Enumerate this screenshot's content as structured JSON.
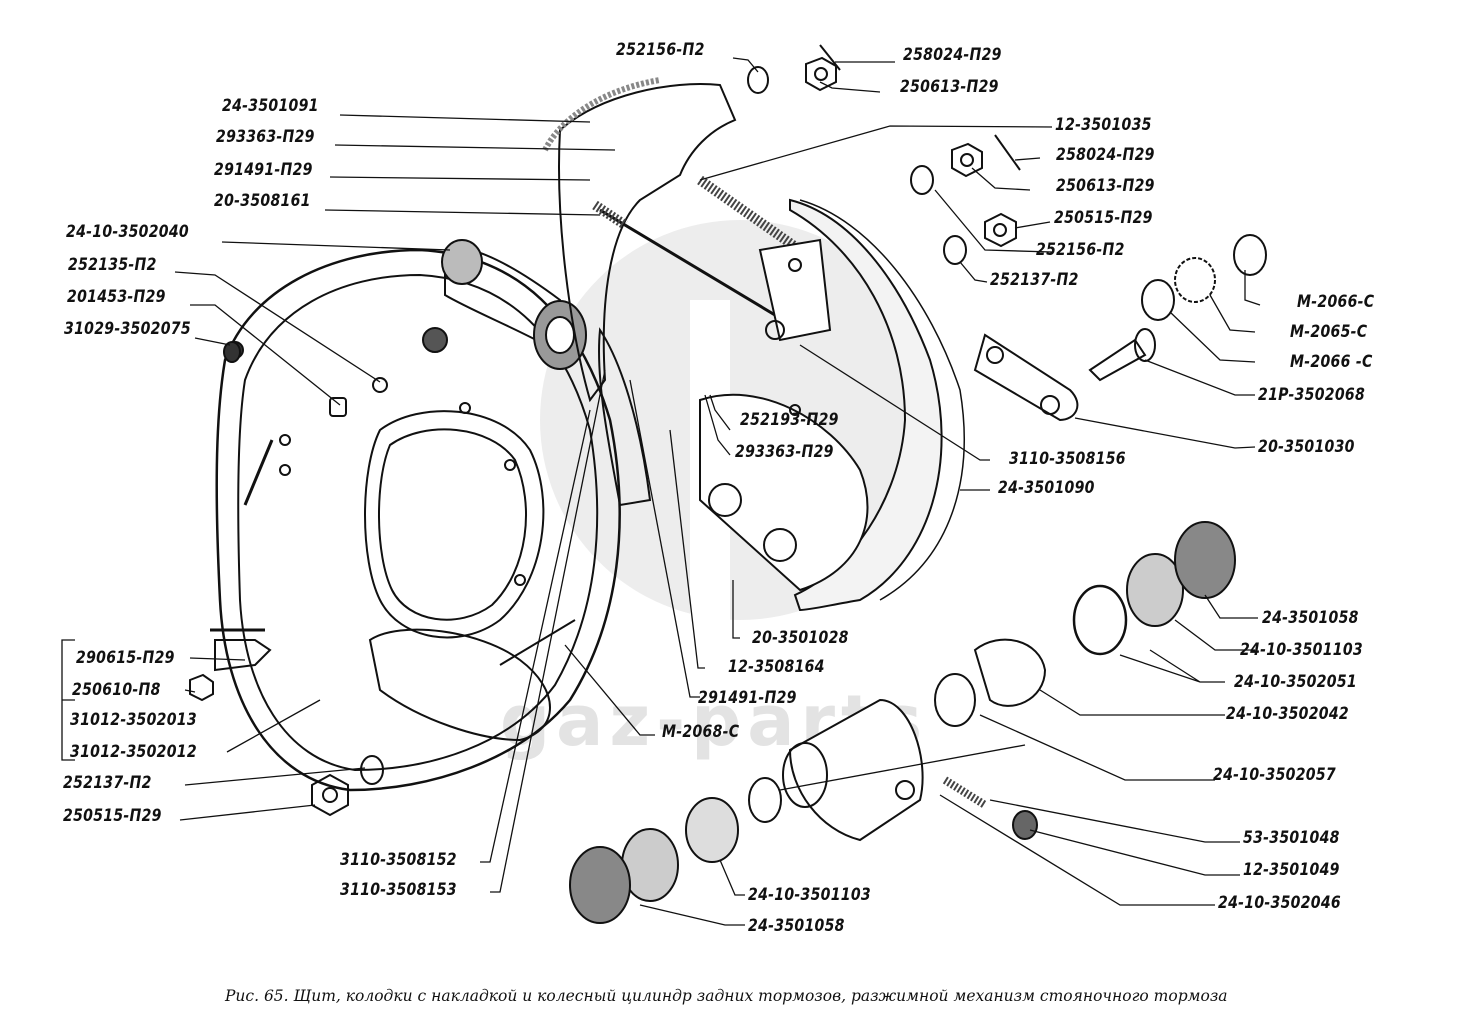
{
  "figure": {
    "caption": "Рис. 65. Щит, колодки с накладкой и колесный цилиндр задних тормозов, разжимной механизм стояночного тормоза",
    "watermark": "gaz-parts"
  },
  "labels": {
    "top_left": [
      "24-3501091",
      "293363-П29",
      "291491-П29",
      "20-3508161",
      "24-10-3502040",
      "252135-П2",
      "201453-П29",
      "31029-3502075"
    ],
    "top_center": [
      "252156-П2",
      "258024-П29",
      "250613-П29"
    ],
    "right_upper": [
      "12-3501035",
      "258024-П29",
      "250613-П29",
      "250515-П29",
      "252156-П2",
      "252137-П2",
      "M-2066-C",
      "M-2065-C",
      "M-2066 -C",
      "21P-3502068",
      "20-3501030",
      "3110-3508156",
      "24-3501090"
    ],
    "middle": [
      "252193-П29",
      "293363-П29",
      "20-3501028",
      "12-3508164",
      "291491-П29",
      "M-2068-C"
    ],
    "left_lower": [
      "290615-П29",
      "250610-П8",
      "31012-3502013",
      "31012-3502012",
      "252137-П2",
      "250515-П29"
    ],
    "bottom_center": [
      "3110-3508152",
      "3110-3508153",
      "24-10-3501103",
      "24-3501058"
    ],
    "right_lower": [
      "24-3501058",
      "24-10-3501103",
      "24-10-3502051",
      "24-10-3502042",
      "24-10-3502057",
      "53-3501048",
      "12-3501049",
      "24-10-3502046"
    ]
  }
}
